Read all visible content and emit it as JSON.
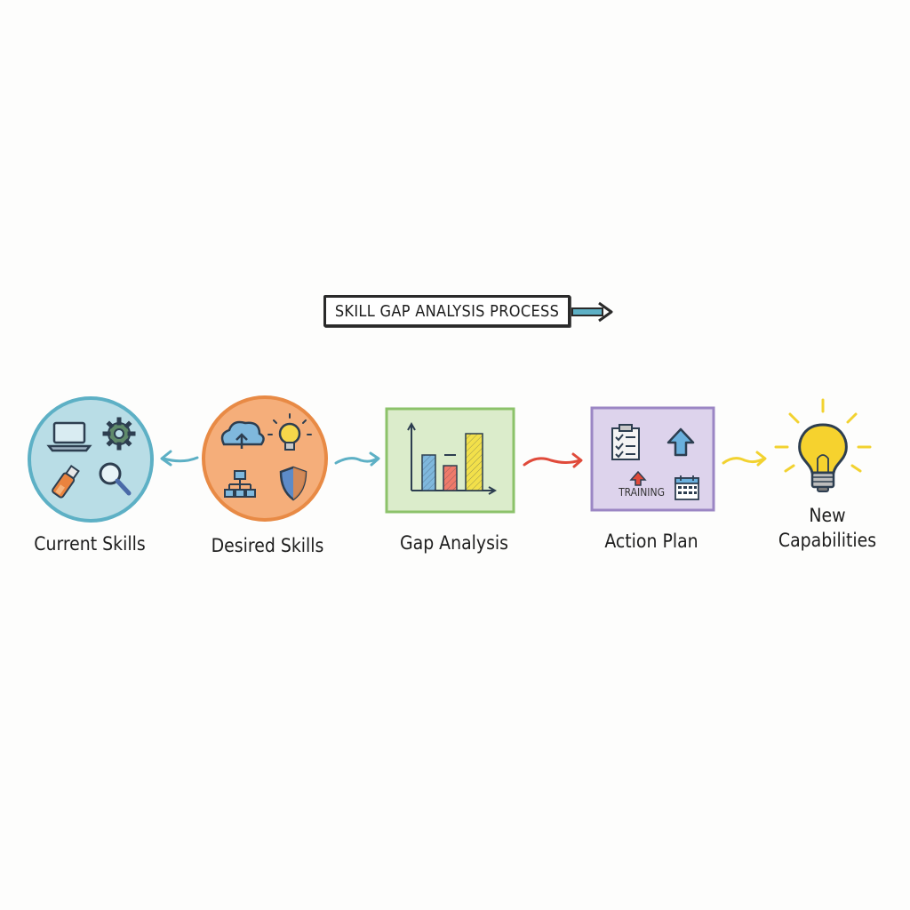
{
  "title": "SKILL GAP ANALYSIS PROCESS",
  "colors": {
    "current": "#5db0c5",
    "desired": "#e88a45",
    "gap": "#8cc26a",
    "action": "#9b86c4",
    "new": "#f2d230",
    "arrow_blue": "#5db0c5",
    "arrow_red": "#e04a3a",
    "arrow_yellow": "#f2d230"
  },
  "stages": [
    {
      "label": "Current Skills",
      "icons": [
        "laptop-icon",
        "gear-icon",
        "usb-drive-icon",
        "magnifier-icon"
      ]
    },
    {
      "label": "Desired Skills",
      "icons": [
        "cloud-upload-icon",
        "lightbulb-icon",
        "org-chart-icon",
        "shield-icon"
      ]
    },
    {
      "label": "Gap Analysis",
      "icons": [
        "bar-chart-icon"
      ]
    },
    {
      "label": "Action Plan",
      "icons": [
        "checklist-icon",
        "up-arrow-icon",
        "calendar-icon"
      ],
      "tag": "TRAINING"
    },
    {
      "label": "New\nCapabilities",
      "icons": [
        "lightbulb-icon"
      ]
    }
  ]
}
